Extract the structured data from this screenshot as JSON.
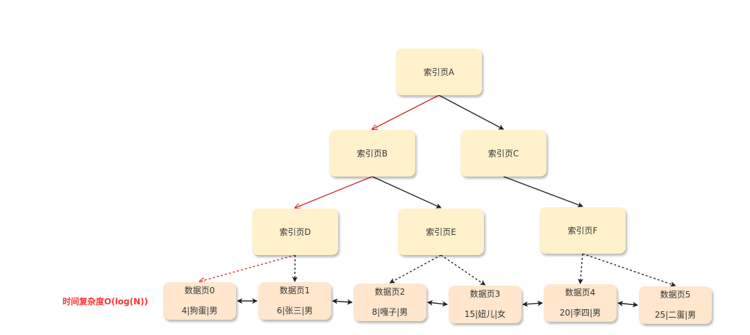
{
  "colors": {
    "index_fill": "#fff1cc",
    "data_fill": "#ffe6cc",
    "search_path": "#cc2222",
    "edge": "#222222",
    "annotation": "#ff3333"
  },
  "index_pages": [
    {
      "id": "A",
      "label": "索引页A"
    },
    {
      "id": "B",
      "label": "索引页B"
    },
    {
      "id": "C",
      "label": "索引页C"
    },
    {
      "id": "D",
      "label": "索引页D"
    },
    {
      "id": "E",
      "label": "索引页E"
    },
    {
      "id": "F",
      "label": "索引页F"
    }
  ],
  "data_pages": [
    {
      "id": "0",
      "title": "数据页0",
      "record": "4|狗蛋|男"
    },
    {
      "id": "1",
      "title": "数据页1",
      "record": "6|张三|男"
    },
    {
      "id": "2",
      "title": "数据页2",
      "record": "8|嘎子|男"
    },
    {
      "id": "3",
      "title": "数据页3",
      "record": "15|妞儿|女"
    },
    {
      "id": "4",
      "title": "数据页4",
      "record": "20|李四|男"
    },
    {
      "id": "5",
      "title": "数据页5",
      "record": "25|二蛋|男"
    }
  ],
  "edges": [
    {
      "from": "A",
      "to": "B",
      "style": "solid",
      "highlight": true
    },
    {
      "from": "A",
      "to": "C",
      "style": "solid",
      "highlight": false
    },
    {
      "from": "B",
      "to": "D",
      "style": "solid",
      "highlight": true
    },
    {
      "from": "B",
      "to": "E",
      "style": "solid",
      "highlight": false
    },
    {
      "from": "C",
      "to": "F",
      "style": "solid",
      "highlight": false
    },
    {
      "from": "D",
      "to": "0",
      "style": "dashed",
      "highlight": true
    },
    {
      "from": "D",
      "to": "1",
      "style": "dashed",
      "highlight": false
    },
    {
      "from": "E",
      "to": "2",
      "style": "dashed",
      "highlight": false
    },
    {
      "from": "E",
      "to": "3",
      "style": "dashed",
      "highlight": false
    },
    {
      "from": "F",
      "to": "4",
      "style": "dashed",
      "highlight": false
    },
    {
      "from": "F",
      "to": "5",
      "style": "dashed",
      "highlight": false
    }
  ],
  "links": [
    {
      "from": "0",
      "to": "1",
      "type": "bidirectional"
    },
    {
      "from": "1",
      "to": "2",
      "type": "bidirectional"
    },
    {
      "from": "2",
      "to": "3",
      "type": "bidirectional"
    },
    {
      "from": "3",
      "to": "4",
      "type": "bidirectional"
    },
    {
      "from": "4",
      "to": "5",
      "type": "bidirectional"
    }
  ],
  "annotation": "时间复杂度O(log(N))"
}
